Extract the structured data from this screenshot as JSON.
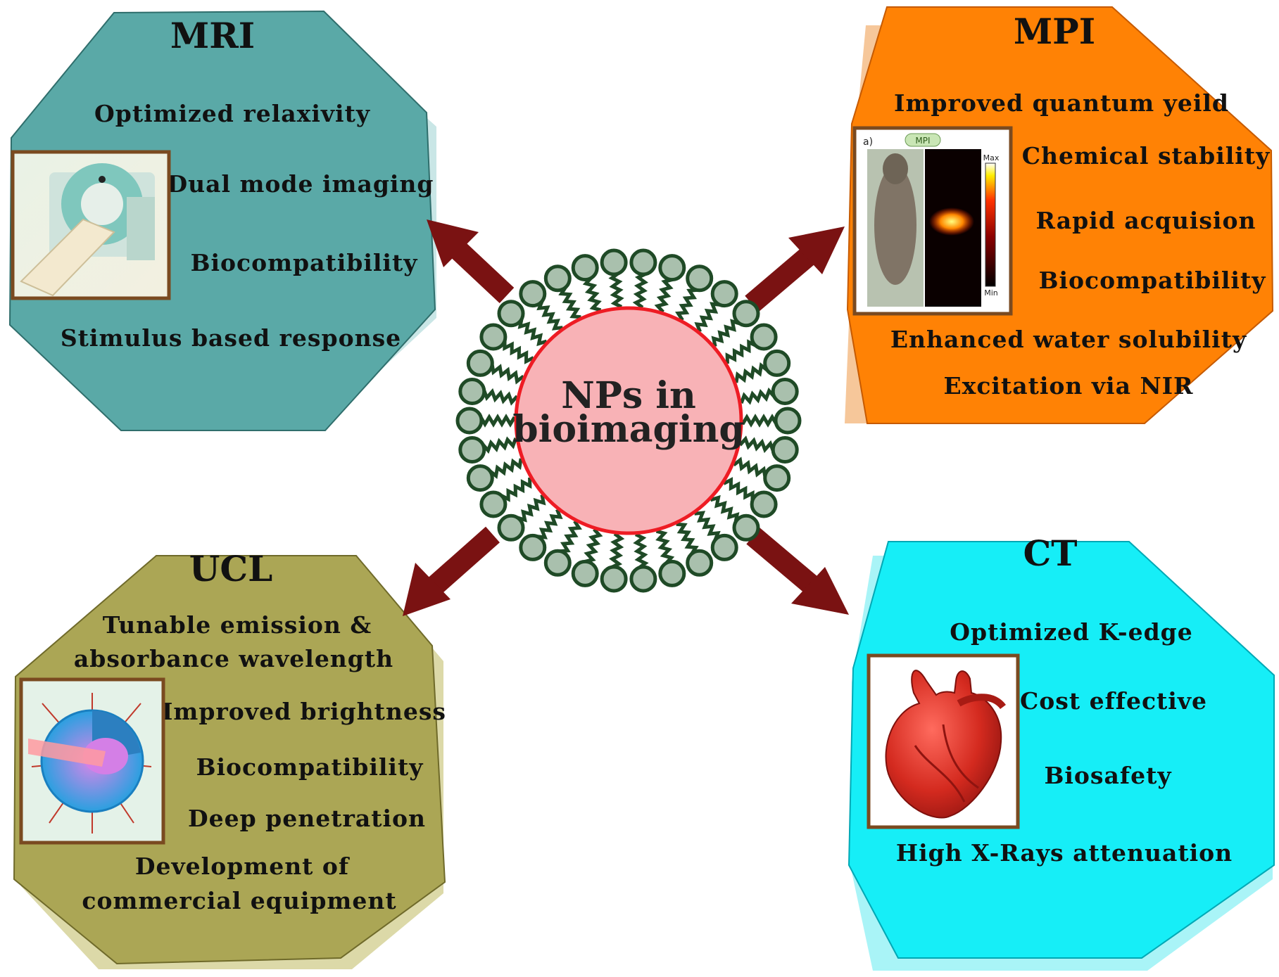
{
  "center": {
    "line1": "NPs in",
    "line2": "bioimaging",
    "core_color": "#f8b2b6",
    "core_border": "#ee1c24",
    "lipid_head": "#a9c0ad",
    "lipid_tail": "#1f4a26"
  },
  "arrow_color": "#7a1212",
  "panels": {
    "mri": {
      "title": "MRI",
      "color": "#5aa9a7",
      "items": [
        "Optimized relaxivity",
        "Dual mode imaging",
        "Biocompatibility",
        "Stimulus based response"
      ],
      "image_icon": "mri-scanner-icon"
    },
    "mpi": {
      "title": "MPI",
      "color": "#ff8205",
      "items": [
        "Improved quantum yeild",
        "Chemical stability",
        "Rapid acquision",
        "Biocompatibility",
        "Enhanced water solubility",
        "Excitation via NIR"
      ],
      "image_icon": "mouse-mpi-scan-icon",
      "image_labels": {
        "panel": "a)",
        "badge": "MPI",
        "max": "Max",
        "min": "Min"
      }
    },
    "ucl": {
      "title": "UCL",
      "color": "#aba655",
      "items": [
        "Tunable emission &",
        "absorbance wavelength",
        "Improved brightness",
        "Biocompatibility",
        "Deep penetration",
        "Development of",
        "commercial equipment"
      ],
      "image_icon": "nanoparticle-icon"
    },
    "ct": {
      "title": "CT",
      "color": "#16eef7",
      "items": [
        "Optimized K-edge",
        "Cost effective",
        "Biosafety",
        "High X-Rays attenuation"
      ],
      "image_icon": "heart-icon"
    }
  }
}
